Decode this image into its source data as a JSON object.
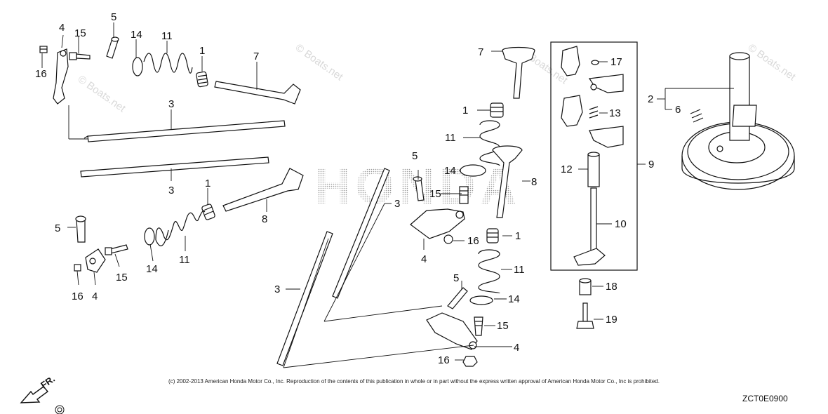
{
  "brand_watermark": "HONDA",
  "repeated_watermark": "© Boats.net",
  "copyright": "(c) 2002-2013 American Honda Motor Co., Inc. Reproduction of the contents of this publication in whole or in part without the express written approval of American Honda Motor Co., Inc is prohibited.",
  "diagram_code": "ZCT0E0900",
  "front_arrow_label": "FR.",
  "callouts": {
    "c1": "1",
    "c2": "1",
    "c3": "1",
    "c4": "1",
    "c5": "2",
    "c6": "3",
    "c7": "3",
    "c8": "3",
    "c9": "3",
    "c10": "4",
    "c11": "4",
    "c12": "4",
    "c13": "4",
    "c14": "5",
    "c15": "5",
    "c16": "5",
    "c17": "5",
    "c18": "6",
    "c19": "7",
    "c20": "7",
    "c21": "8",
    "c22": "8",
    "c23": "9",
    "c24": "10",
    "c25": "11",
    "c26": "11",
    "c27": "11",
    "c28": "11",
    "c29": "12",
    "c30": "13",
    "c31": "14",
    "c32": "14",
    "c33": "14",
    "c34": "14",
    "c35": "15",
    "c36": "15",
    "c37": "15",
    "c38": "15",
    "c39": "16",
    "c40": "16",
    "c41": "16",
    "c42": "16",
    "c43": "17",
    "c44": "18",
    "c45": "19"
  },
  "colors": {
    "line": "#111111",
    "watermark": "#d9d9d9",
    "background": "#ffffff"
  }
}
